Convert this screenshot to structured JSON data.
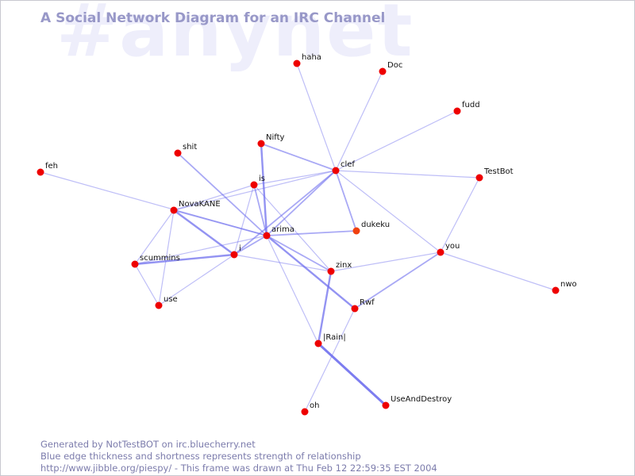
{
  "header": {
    "watermark": "#anynet",
    "title": "A Social Network Diagram for an IRC Channel"
  },
  "colors": {
    "node_fill": "#ee0000",
    "node_fill_alt": "#f04010",
    "edge": "#6f6fee",
    "title": "#9898c8",
    "watermark": "#eeeefb"
  },
  "nodes": [
    {
      "id": "haha",
      "label": "haha"
    },
    {
      "id": "Doc",
      "label": "Doc"
    },
    {
      "id": "fudd",
      "label": "fudd"
    },
    {
      "id": "Nifty",
      "label": "Nifty"
    },
    {
      "id": "shit",
      "label": "shit"
    },
    {
      "id": "clef",
      "label": "clef"
    },
    {
      "id": "feh",
      "label": "feh"
    },
    {
      "id": "is",
      "label": "is"
    },
    {
      "id": "TestBot",
      "label": "TestBot"
    },
    {
      "id": "NovaKANE",
      "label": "NovaKANE"
    },
    {
      "id": "dukeku",
      "label": "dukeku"
    },
    {
      "id": "arima",
      "label": "arima"
    },
    {
      "id": "you",
      "label": "you"
    },
    {
      "id": "i",
      "label": "i"
    },
    {
      "id": "scummins",
      "label": "scummins"
    },
    {
      "id": "zinx",
      "label": "zinx"
    },
    {
      "id": "nwo",
      "label": "nwo"
    },
    {
      "id": "use",
      "label": "use"
    },
    {
      "id": "Rwf",
      "label": "Rwf"
    },
    {
      "id": "Rain",
      "label": "|Rain|"
    },
    {
      "id": "UseAndDestroy",
      "label": "UseAndDestroy"
    },
    {
      "id": "oh",
      "label": "oh"
    }
  ],
  "edges": [
    {
      "source": "clef",
      "target": "haha",
      "strength": 1
    },
    {
      "source": "clef",
      "target": "Doc",
      "strength": 1
    },
    {
      "source": "clef",
      "target": "fudd",
      "strength": 1
    },
    {
      "source": "clef",
      "target": "Nifty",
      "strength": 2
    },
    {
      "source": "clef",
      "target": "TestBot",
      "strength": 1
    },
    {
      "source": "clef",
      "target": "is",
      "strength": 1
    },
    {
      "source": "clef",
      "target": "NovaKANE",
      "strength": 1
    },
    {
      "source": "clef",
      "target": "arima",
      "strength": 2
    },
    {
      "source": "clef",
      "target": "dukeku",
      "strength": 2
    },
    {
      "source": "clef",
      "target": "i",
      "strength": 2
    },
    {
      "source": "clef",
      "target": "you",
      "strength": 1
    },
    {
      "source": "Nifty",
      "target": "arima",
      "strength": 3
    },
    {
      "source": "is",
      "target": "arima",
      "strength": 2
    },
    {
      "source": "is",
      "target": "NovaKANE",
      "strength": 1
    },
    {
      "source": "is",
      "target": "i",
      "strength": 1
    },
    {
      "source": "is",
      "target": "zinx",
      "strength": 1
    },
    {
      "source": "shit",
      "target": "arima",
      "strength": 2
    },
    {
      "source": "feh",
      "target": "arima",
      "strength": 1
    },
    {
      "source": "NovaKANE",
      "target": "arima",
      "strength": 2
    },
    {
      "source": "NovaKANE",
      "target": "i",
      "strength": 3
    },
    {
      "source": "NovaKANE",
      "target": "scummins",
      "strength": 1
    },
    {
      "source": "NovaKANE",
      "target": "use",
      "strength": 1
    },
    {
      "source": "arima",
      "target": "dukeku",
      "strength": 2
    },
    {
      "source": "arima",
      "target": "i",
      "strength": 2
    },
    {
      "source": "arima",
      "target": "zinx",
      "strength": 2
    },
    {
      "source": "arima",
      "target": "Rwf",
      "strength": 3
    },
    {
      "source": "arima",
      "target": "Rain",
      "strength": 1
    },
    {
      "source": "arima",
      "target": "scummins",
      "strength": 1
    },
    {
      "source": "i",
      "target": "scummins",
      "strength": 3
    },
    {
      "source": "i",
      "target": "use",
      "strength": 1
    },
    {
      "source": "i",
      "target": "zinx",
      "strength": 1
    },
    {
      "source": "zinx",
      "target": "you",
      "strength": 1
    },
    {
      "source": "zinx",
      "target": "Rain",
      "strength": 3
    },
    {
      "source": "TestBot",
      "target": "you",
      "strength": 1
    },
    {
      "source": "you",
      "target": "Rwf",
      "strength": 2
    },
    {
      "source": "you",
      "target": "nwo",
      "strength": 1
    },
    {
      "source": "Rwf",
      "target": "oh",
      "strength": 1
    },
    {
      "source": "Rain",
      "target": "UseAndDestroy",
      "strength": 4
    },
    {
      "source": "scummins",
      "target": "use",
      "strength": 1
    }
  ],
  "footer": {
    "line1": "Generated by NotTestBOT on irc.bluecherry.net",
    "line2": "Blue edge thickness and shortness represents strength of relationship",
    "line3": "http://www.jibble.org/piespy/ - This frame was drawn at Thu Feb 12 22:59:35 EST 2004"
  }
}
